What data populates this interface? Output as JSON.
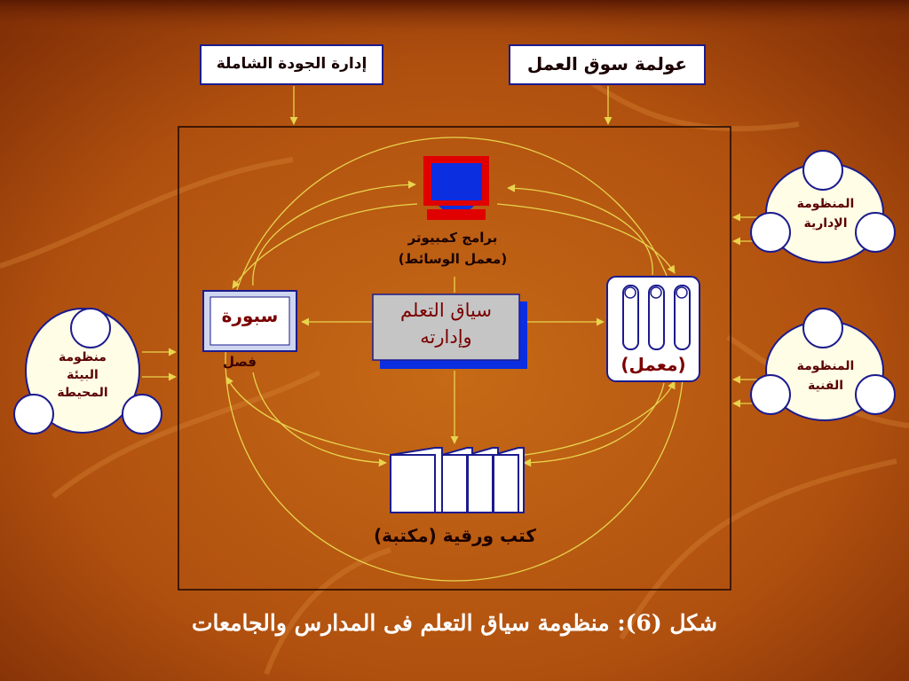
{
  "boxes": {
    "quality": "إدارة الجودة الشاملة",
    "globalization": "عولمة سوق العمل"
  },
  "nodes": {
    "computer": {
      "line1": "برامج كمبيوتر",
      "line2": "(معمل الوسائط)"
    },
    "center": {
      "line1": "سياق التعلم",
      "line2": "وإدارته"
    },
    "board": {
      "label": "سبورة",
      "sub": "فصل"
    },
    "lab": {
      "label": "(معمل)"
    },
    "books": {
      "label": "كتب ورقية (مكتبة)"
    }
  },
  "systems": {
    "environment": {
      "line1": "منظومة",
      "line2": "البيئة",
      "line3": "المحيطة"
    },
    "admin": {
      "line1": "المنظومة",
      "line2": "الإدارية"
    },
    "technical": {
      "line1": "المنظومة",
      "line2": "الفنية"
    }
  },
  "caption": "شكل (6): منظومة سياق التعلم فى المدارس والجامعات",
  "colors": {
    "background": "#b5520f",
    "arrow": "#e8d44d",
    "box_border": "#1b1b8e",
    "monitor_red": "#e00000",
    "monitor_blue": "#0a2ee0",
    "system_fill": "#fffde6"
  }
}
